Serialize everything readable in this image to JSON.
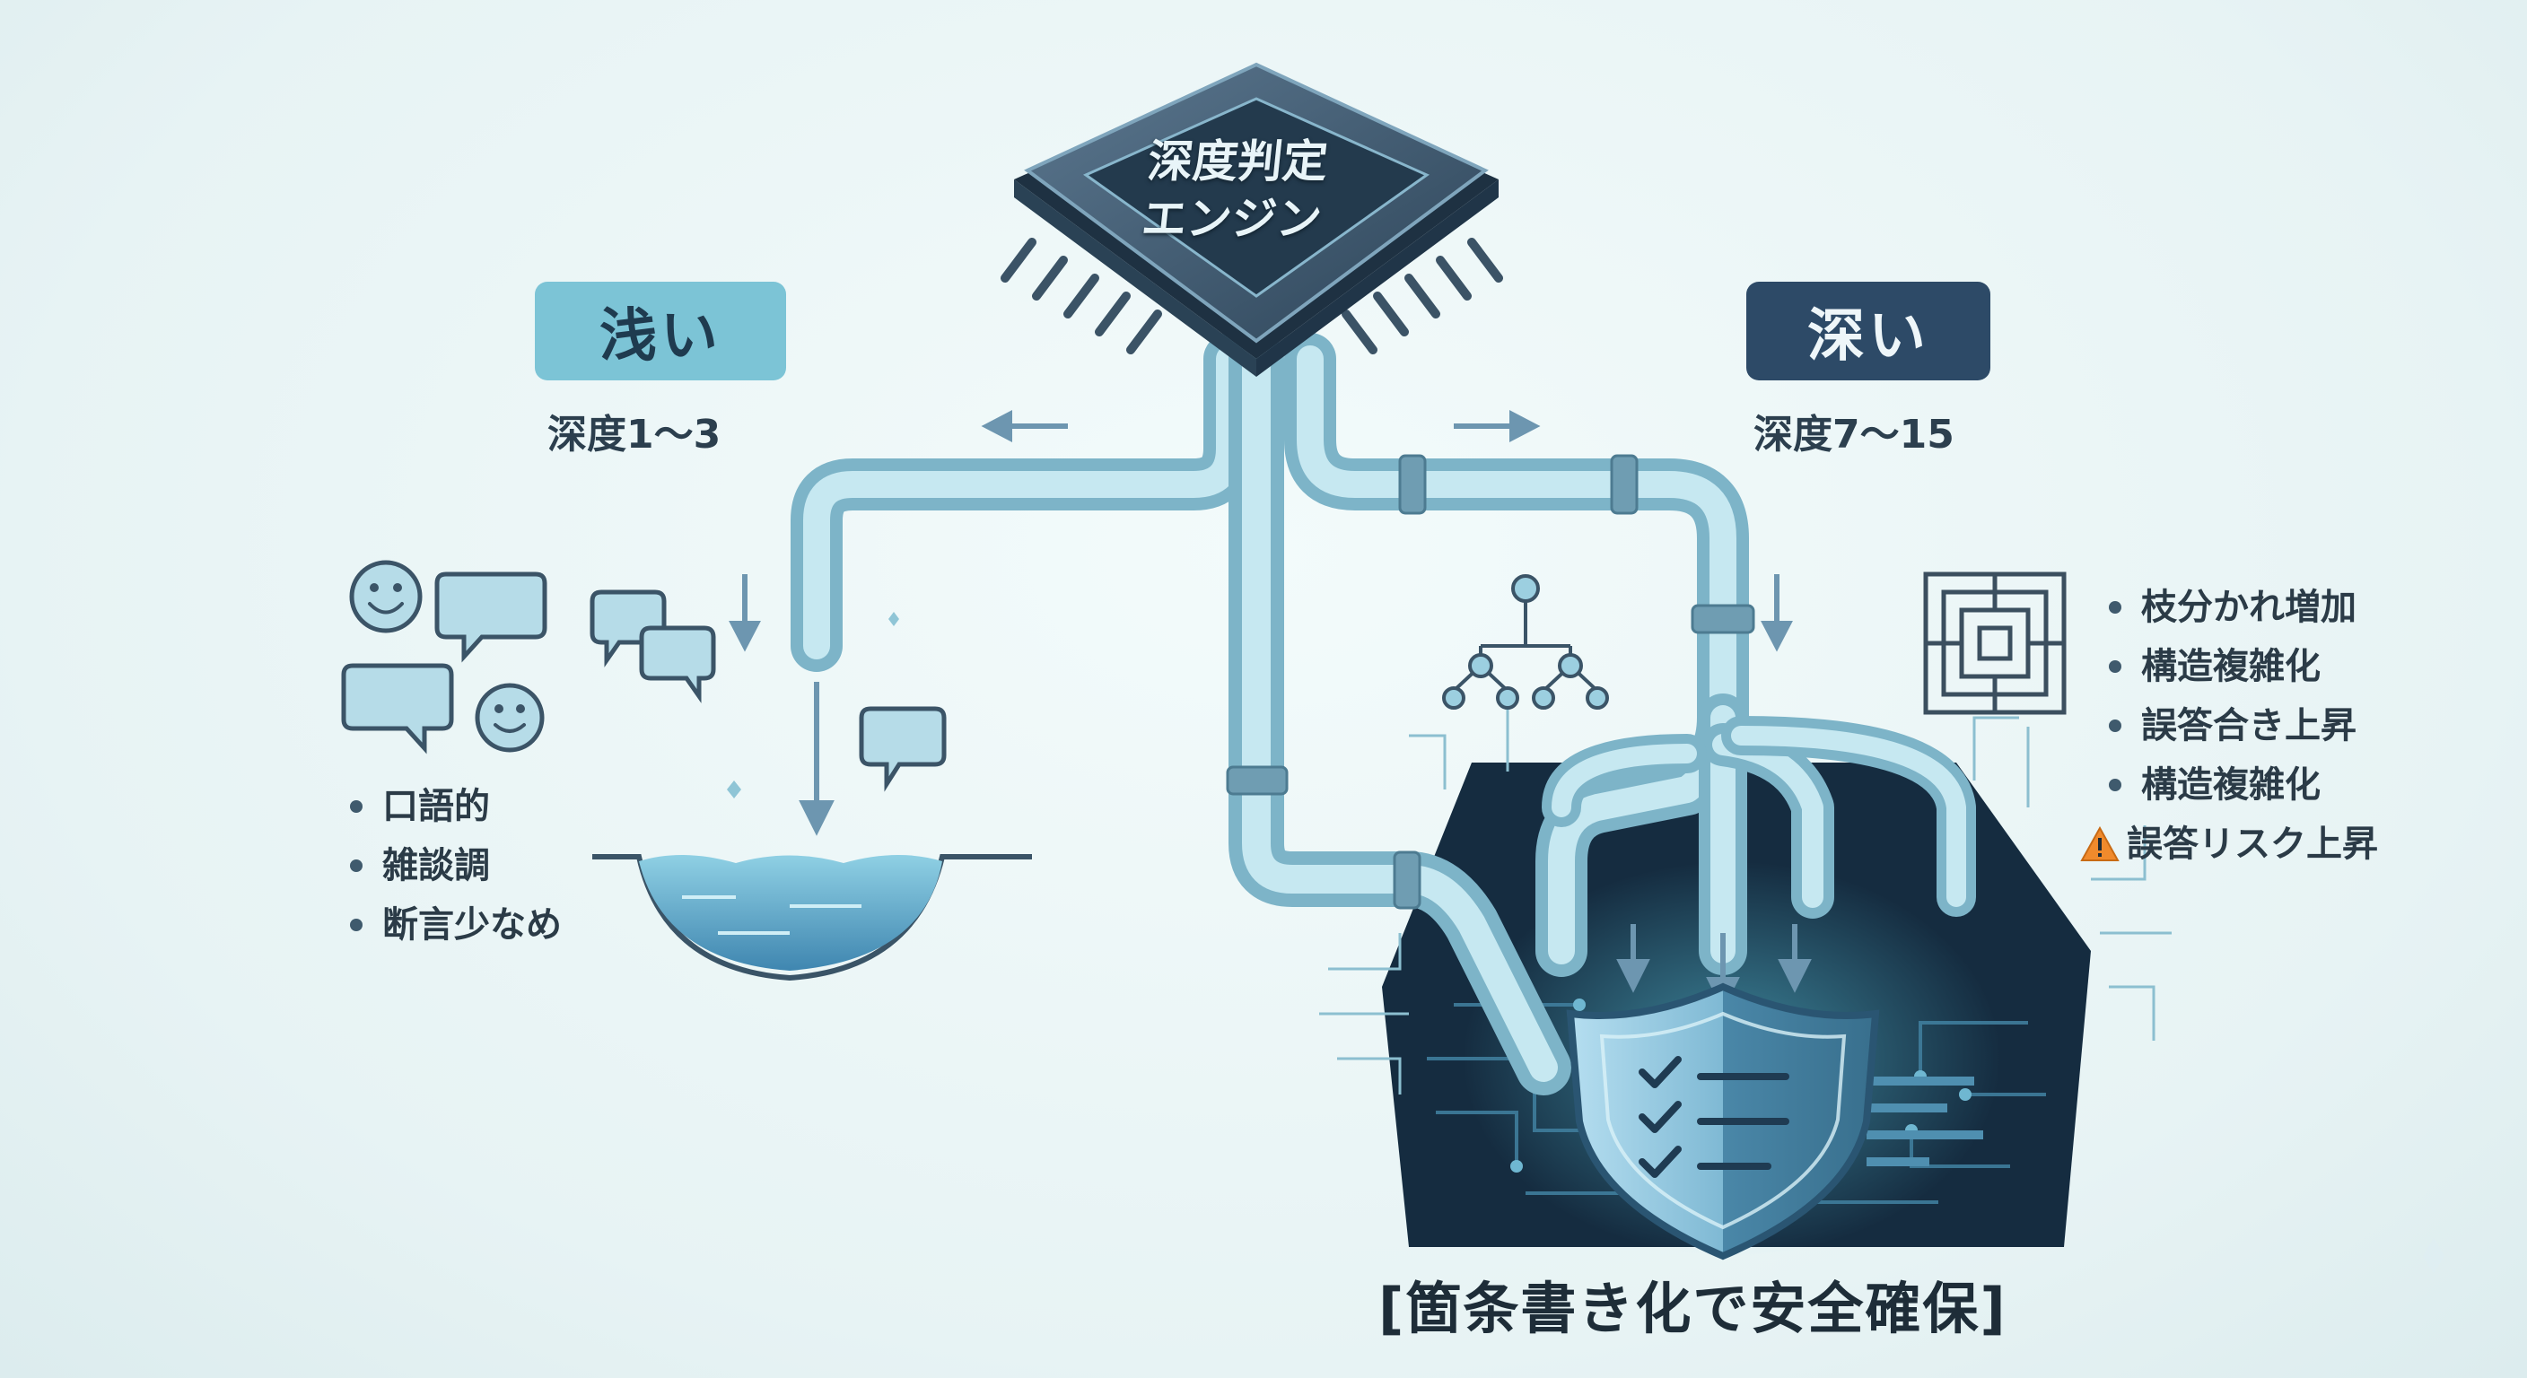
{
  "engine": {
    "label_line1": "深度判定",
    "label_line2": "エンジン"
  },
  "shallow": {
    "badge": "浅い",
    "range": "深度1〜3",
    "bullets": [
      "口語的",
      "雑談調",
      "断言少なめ"
    ]
  },
  "deep": {
    "badge": "深い",
    "range": "深度7〜15",
    "bullets": [
      "枝分かれ増加",
      "構造複雑化",
      "誤答合き上昇",
      "構造複雑化",
      "誤答リスク上昇"
    ]
  },
  "footer": {
    "caption": "[箇条書き化で安全確保]"
  },
  "icons": {
    "chip": "cpu-chip-icon",
    "smiley": "smiley-icon",
    "chat": "chat-bubble-icon",
    "tree": "hierarchy-tree-icon",
    "maze": "maze-icon",
    "shield": "shield-check-icon",
    "warning": "warning-triangle-icon",
    "pool": "water-pool-icon",
    "sparkle": "sparkle-icon"
  },
  "colors": {
    "background": "#e7f3f4",
    "shallow_badge": "#7cc4d6",
    "deep_badge": "#2d4a67",
    "pipe": "#8ecbdc",
    "circuit_dark": "#13283b",
    "warning": "#f08a2c"
  }
}
